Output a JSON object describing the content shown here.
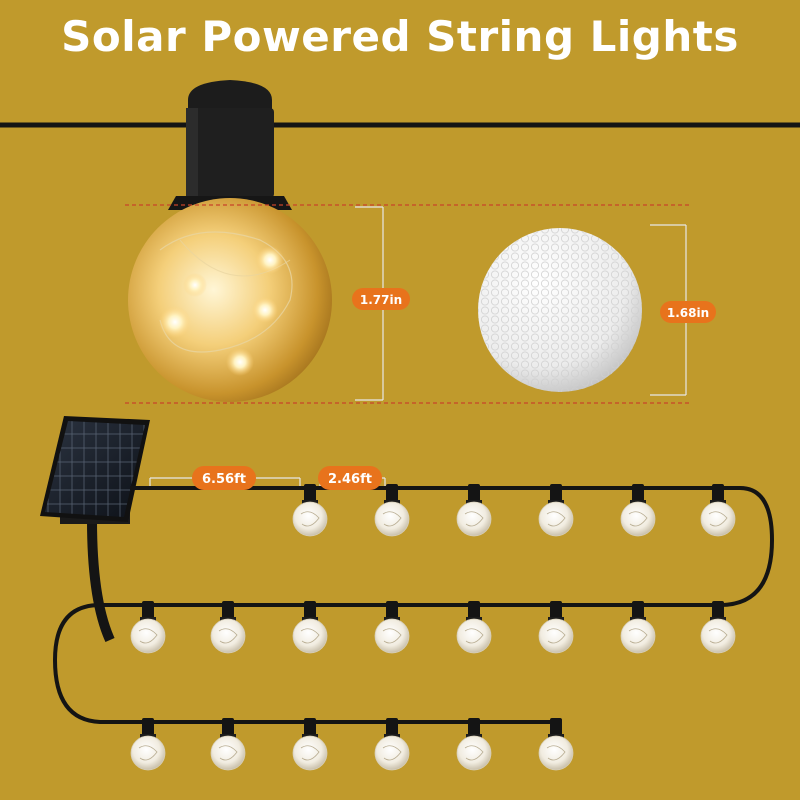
{
  "title": "Solar Powered String Lights",
  "dimensions": {
    "bulb_height": "1.77in",
    "golf_ball_height": "1.68in",
    "lead_cable_length": "6.56ft",
    "bulb_spacing": "2.46ft"
  },
  "colors": {
    "background": "#c09a2c",
    "accent_orange": "#e8731c",
    "cable": "#141414",
    "guide_red": "#c8432a"
  },
  "bulb_count": 20
}
